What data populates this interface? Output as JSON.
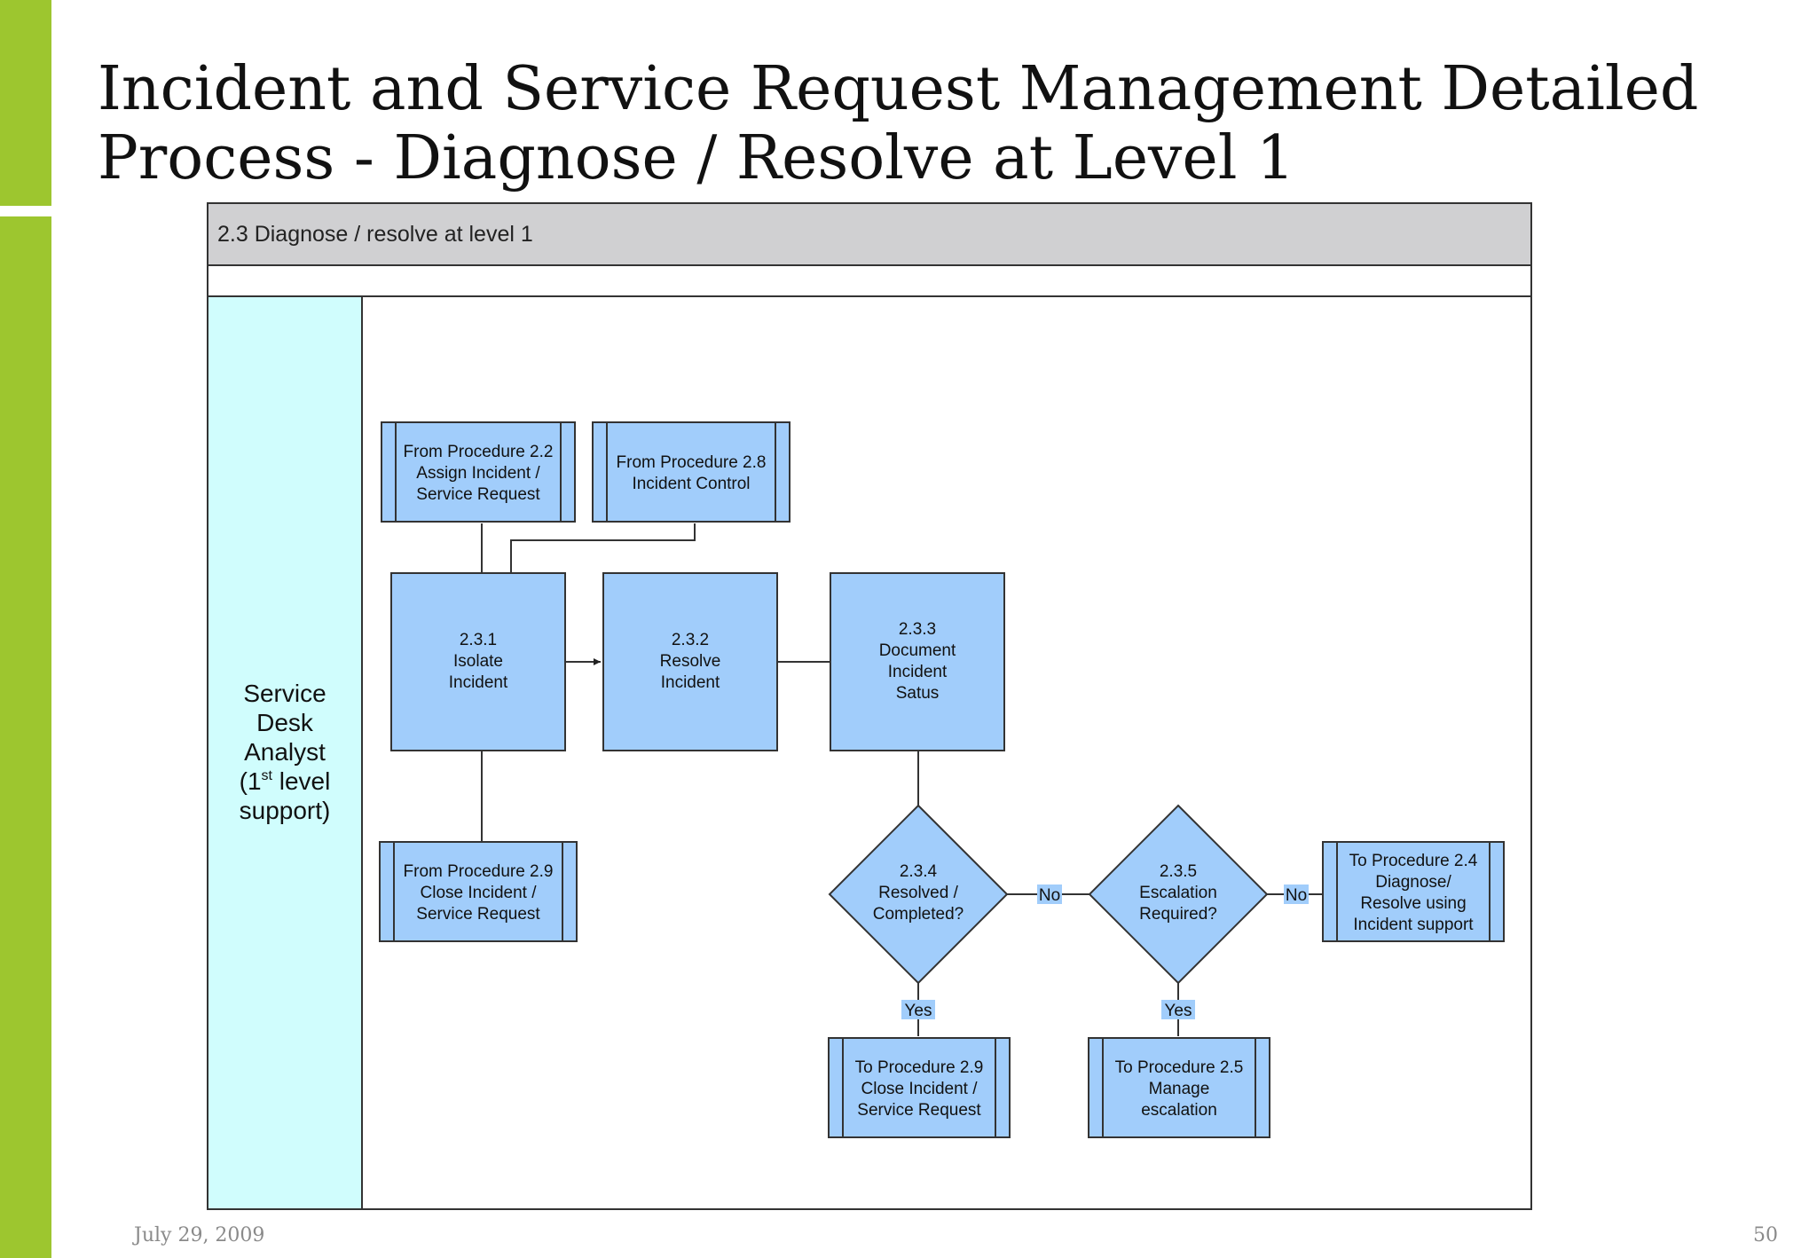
{
  "slide": {
    "title_line1": "Incident and Service Request Management Detailed",
    "title_line2": "Process -  Diagnose / Resolve at Level 1",
    "date": "July 29, 2009",
    "page_number": "50"
  },
  "diagram": {
    "header": "2.3 Diagnose / resolve at level 1",
    "lane": {
      "line1": "Service",
      "line2": "Desk",
      "line3": "Analyst",
      "line4_pre": "(1",
      "line4_sup": "st",
      "line4_post": " level",
      "line5": "support)"
    },
    "nodes": {
      "from22": {
        "l1": "From Procedure 2.2",
        "l2": "Assign Incident /",
        "l3": "Service Request"
      },
      "from28": {
        "l1": "From Procedure 2.8",
        "l2": "Incident Control"
      },
      "n231": {
        "l1": "2.3.1",
        "l2": "Isolate",
        "l3": "Incident"
      },
      "n232": {
        "l1": "2.3.2",
        "l2": "Resolve",
        "l3": "Incident"
      },
      "n233": {
        "l1": "2.3.3",
        "l2": "Document",
        "l3": "Incident",
        "l4": "Satus"
      },
      "from29": {
        "l1": "From Procedure 2.9",
        "l2": "Close Incident /",
        "l3": "Service Request"
      },
      "d234": {
        "l1": "2.3.4",
        "l2": "Resolved /",
        "l3": "Completed?"
      },
      "d235": {
        "l1": "2.3.5",
        "l2": "Escalation",
        "l3": "Required?"
      },
      "to24": {
        "l1": "To Procedure 2.4",
        "l2": "Diagnose/",
        "l3": "Resolve using",
        "l4": "Incident support"
      },
      "to29": {
        "l1": "To Procedure 2.9",
        "l2": "Close Incident /",
        "l3": "Service Request"
      },
      "to25": {
        "l1": "To Procedure 2.5",
        "l2": "Manage",
        "l3": "escalation"
      }
    },
    "edge_labels": {
      "no1": "No",
      "no2": "No",
      "yes1": "Yes",
      "yes2": "Yes"
    },
    "colors": {
      "header_fill": "#d0d0d2",
      "lane_fill": "#d0fdfd",
      "node_fill": "#a1cdfb",
      "accent_bar": "#9dc62f"
    }
  }
}
